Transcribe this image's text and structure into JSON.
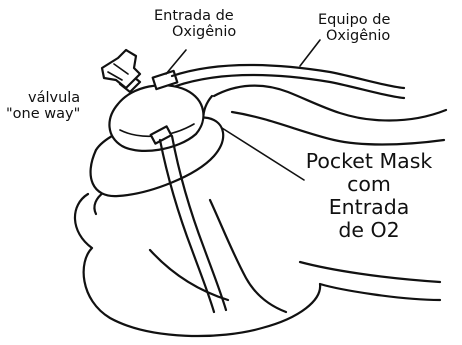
{
  "labels": {
    "oxygen_inlet": [
      "Entrada de",
      "Oxigênio"
    ],
    "oxygen_tubing": [
      "Equipo de",
      "Oxigênio"
    ],
    "one_way_valve": [
      "válvula",
      "\"one way\""
    ],
    "pocket_mask": [
      "Pocket Mask",
      "com",
      "Entrada",
      "de O2"
    ]
  },
  "colors": {
    "ink": "#111111",
    "paper": "#ffffff"
  }
}
